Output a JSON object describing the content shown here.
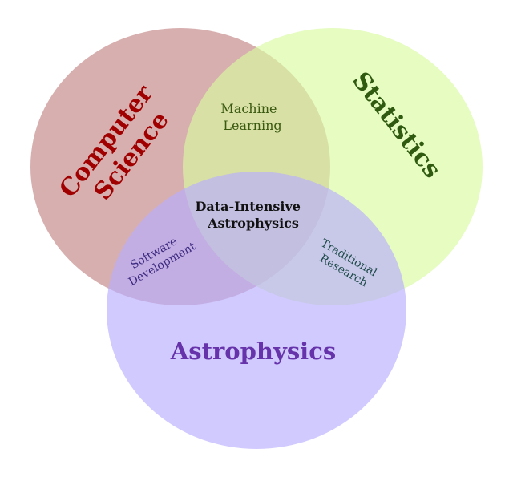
{
  "circles": {
    "computer_science": {
      "label_line1": "Computer",
      "label_line2": "Science",
      "fill": "#b76e6e",
      "text_color": "#a00000"
    },
    "statistics": {
      "label": "Statistics",
      "fill": "#d8fb9f",
      "text_color": "#2f5a10"
    },
    "astrophysics": {
      "label": "Astrophysics",
      "fill": "#b9adff",
      "text_color": "#6633aa"
    }
  },
  "overlaps": {
    "machine_learning": {
      "line1": "Machine",
      "line2": "Learning",
      "text_color": "#3a5a10"
    },
    "software_development": {
      "line1": "Software",
      "line2": "Development",
      "text_color": "#3c2a80"
    },
    "traditional_research": {
      "line1": "Traditional",
      "line2": "Research",
      "text_color": "#1f4a4a"
    },
    "center": {
      "line1": "Data-Intensive",
      "line2": "Astrophysics",
      "text_color": "#111111"
    }
  }
}
